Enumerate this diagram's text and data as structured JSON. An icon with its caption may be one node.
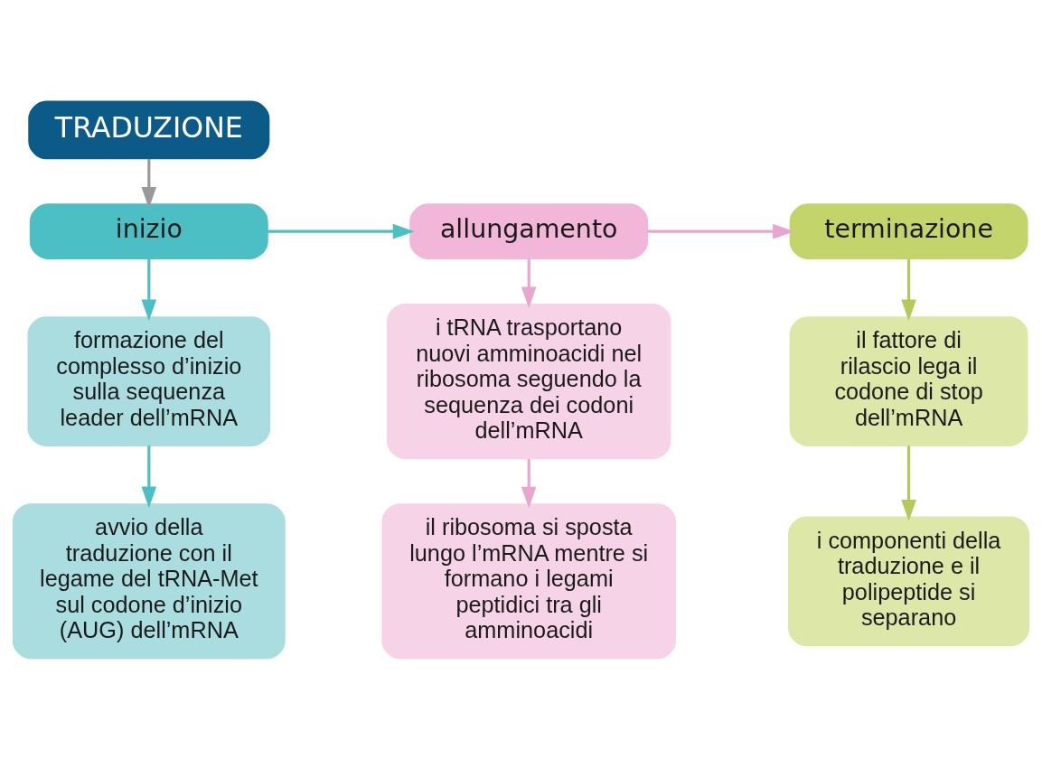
{
  "diagram": {
    "nodes": [
      {
        "text": [
          "TRADUZIONE"
        ]
      },
      {
        "text": [
          "inizio"
        ]
      },
      {
        "text": [
          "allungamento"
        ]
      },
      {
        "text": [
          "terminazione"
        ]
      },
      {
        "text": [
          "formazione del complesso d’inizio sulla sequenza leader dell’mRNA"
        ]
      },
      {
        "text": [
          "avvio della traduzione con il legame del tRNA-Met sul codone d’inizio (AUG) dell’mRNA"
        ]
      },
      {
        "text": [
          "i tRNA trasportano nuovi amminoacidi nel ribosoma seguendo la sequenza dei codoni dell’mRNA"
        ]
      },
      {
        "text": [
          "il ribosoma si sposta lungo l’mRNA mentre si formano i legami peptidici tra gli amminoacidi"
        ]
      },
      {
        "text": [
          "il fattore di rilascio lega il codone di stop dell’mRNA"
        ]
      },
      {
        "text": [
          "i componenti della traduzione e il polipeptide si separano"
        ]
      }
    ],
    "edges": [
      {
        "from": 0,
        "to": 1,
        "arrow": "to",
        "color": "#999999"
      },
      {
        "from": 1,
        "to": 2,
        "arrow": "to",
        "color": "#4bbfc4"
      },
      {
        "from": 2,
        "to": 3,
        "arrow": "to",
        "color": "#e8a6cf"
      },
      {
        "from": 1,
        "to": 4,
        "arrow": "to",
        "color": "#4bbfc4"
      },
      {
        "from": 4,
        "to": 5,
        "arrow": "to",
        "color": "#4bbfc4"
      },
      {
        "from": 2,
        "to": 6,
        "arrow": "to",
        "color": "#e8a6cf"
      },
      {
        "from": 6,
        "to": 7,
        "arrow": "to",
        "color": "#e8a6cf"
      },
      {
        "from": 3,
        "to": 8,
        "arrow": "to",
        "color": "#b5c95a"
      },
      {
        "from": 8,
        "to": 9,
        "arrow": "to",
        "color": "#b5c95a"
      }
    ]
  }
}
